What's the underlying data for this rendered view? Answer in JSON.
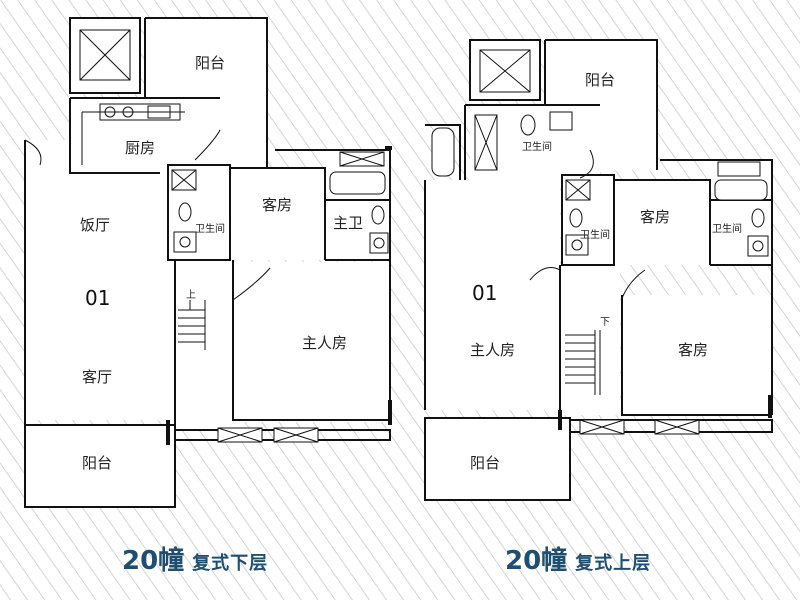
{
  "lower_floor": {
    "rooms": {
      "balcony_top": "阳台",
      "kitchen": "厨房",
      "dining": "饭厅",
      "guest_room": "客房",
      "master_bath": "主卫",
      "bathroom": "卫生间",
      "unit_number": "01",
      "stairs_up": "上",
      "master_bedroom": "主人房",
      "living_room": "客厅",
      "balcony_bottom": "阳台"
    },
    "caption": {
      "building": "20幢",
      "floor": "复式下层"
    }
  },
  "upper_floor": {
    "rooms": {
      "balcony_top": "阳台",
      "bathroom_top": "卫生间",
      "guest_room_top": "客房",
      "bathroom_mid": "卫生间",
      "bathroom_right": "卫生间",
      "unit_number": "01",
      "stairs_down": "下",
      "master_bedroom": "主人房",
      "guest_room_right": "客房",
      "balcony_bottom": "阳台"
    },
    "caption": {
      "building": "20幢",
      "floor": "复式上层"
    }
  },
  "colors": {
    "caption": "#1f4e6e",
    "walls": "#111111",
    "hatch": "#d4d4d4"
  }
}
